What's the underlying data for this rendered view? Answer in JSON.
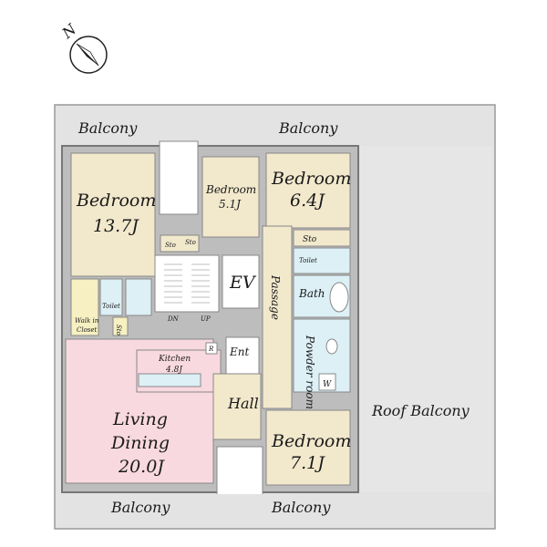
{
  "compass": {
    "letter": "N",
    "icon": "north-arrow-icon"
  },
  "rooms": {
    "balcony_top_left": "Balcony",
    "balcony_top_right": "Balcony",
    "balcony_bottom_left": "Balcony",
    "balcony_bottom_right": "Balcony",
    "bedroom_main": {
      "name": "Bedroom",
      "size": "13.7J"
    },
    "bedroom_small": {
      "name": "Bedroom",
      "size": "5.1J"
    },
    "bedroom_ne": {
      "name": "Bedroom",
      "size": "6.4J"
    },
    "bedroom_se": {
      "name": "Bedroom",
      "size": "7.1J"
    },
    "living": {
      "line1": "Living",
      "line2": "Dining",
      "size": "20.0J"
    },
    "kitchen": {
      "name": "Kitchen",
      "size": "4.8J"
    },
    "hall": "Hall",
    "entrance": "Ent",
    "passage": "Passage",
    "bath": "Bath",
    "powder": "Powder room",
    "toilet_right": "Toilet",
    "toilet_left": "Toilet",
    "walk_in_closet": {
      "line1": "Walk in",
      "line2": "Closet"
    },
    "roof_balcony": "Roof Balcony",
    "ev": "EV",
    "storage": "Sto",
    "washer": "W",
    "refrigerator": "R",
    "stair_down": "DN",
    "stair_up": "UP"
  },
  "colors": {
    "bedroom": "#f2e8cc",
    "living": "#f8d9df",
    "wet_area": "#dcf0f6",
    "balcony": "#e3e3e3",
    "wall": "#8c8c8c",
    "closet": "#f6f0c2"
  }
}
